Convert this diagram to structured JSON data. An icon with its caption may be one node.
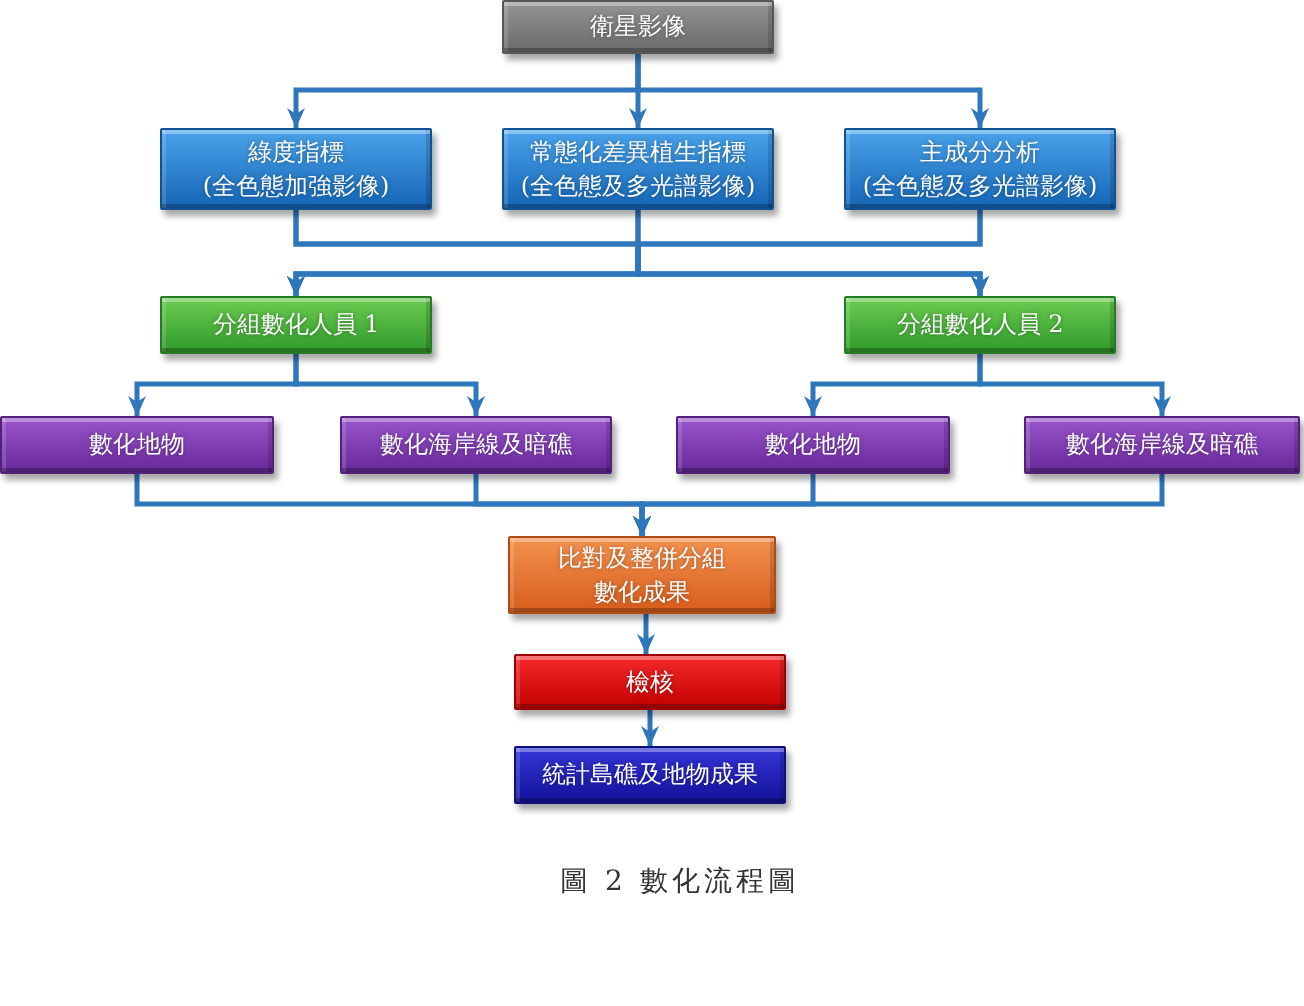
{
  "diagram": {
    "caption": "圖 2 數化流程圖",
    "nodes": [
      {
        "text": [
          "衛星影像"
        ]
      },
      {
        "text": [
          "綠度指標",
          "(全色態加強影像)"
        ]
      },
      {
        "text": [
          "常態化差異植生指標",
          "(全色態及多光譜影像)"
        ]
      },
      {
        "text": [
          "主成分分析",
          "(全色態及多光譜影像)"
        ]
      },
      {
        "text": [
          "分組數化人員 1"
        ]
      },
      {
        "text": [
          "分組數化人員 2"
        ]
      },
      {
        "text": [
          "數化地物"
        ]
      },
      {
        "text": [
          "數化海岸線及暗礁"
        ]
      },
      {
        "text": [
          "數化地物"
        ]
      },
      {
        "text": [
          "數化海岸線及暗礁"
        ]
      },
      {
        "text": [
          "比對及整併分組數化成果"
        ]
      },
      {
        "text": [
          "檢核"
        ]
      },
      {
        "text": [
          "統計島礁及地物成果"
        ]
      }
    ],
    "edges": [
      {
        "from": 0,
        "to": 1,
        "arrow": "to"
      },
      {
        "from": 0,
        "to": 2,
        "arrow": "to"
      },
      {
        "from": 0,
        "to": 3,
        "arrow": "to"
      },
      {
        "from": 1,
        "to": 4,
        "arrow": "to"
      },
      {
        "from": 1,
        "to": 5,
        "arrow": "to"
      },
      {
        "from": 2,
        "to": 4,
        "arrow": "to"
      },
      {
        "from": 2,
        "to": 5,
        "arrow": "to"
      },
      {
        "from": 3,
        "to": 4,
        "arrow": "to"
      },
      {
        "from": 3,
        "to": 5,
        "arrow": "to"
      },
      {
        "from": 4,
        "to": 6,
        "arrow": "to"
      },
      {
        "from": 4,
        "to": 7,
        "arrow": "to"
      },
      {
        "from": 5,
        "to": 8,
        "arrow": "to"
      },
      {
        "from": 5,
        "to": 9,
        "arrow": "to"
      },
      {
        "from": 6,
        "to": 10,
        "arrow": "to"
      },
      {
        "from": 7,
        "to": 10,
        "arrow": "to"
      },
      {
        "from": 8,
        "to": 10,
        "arrow": "to"
      },
      {
        "from": 9,
        "to": 10,
        "arrow": "to"
      },
      {
        "from": 10,
        "to": 11,
        "arrow": "to"
      },
      {
        "from": 11,
        "to": 12,
        "arrow": "to"
      }
    ]
  }
}
